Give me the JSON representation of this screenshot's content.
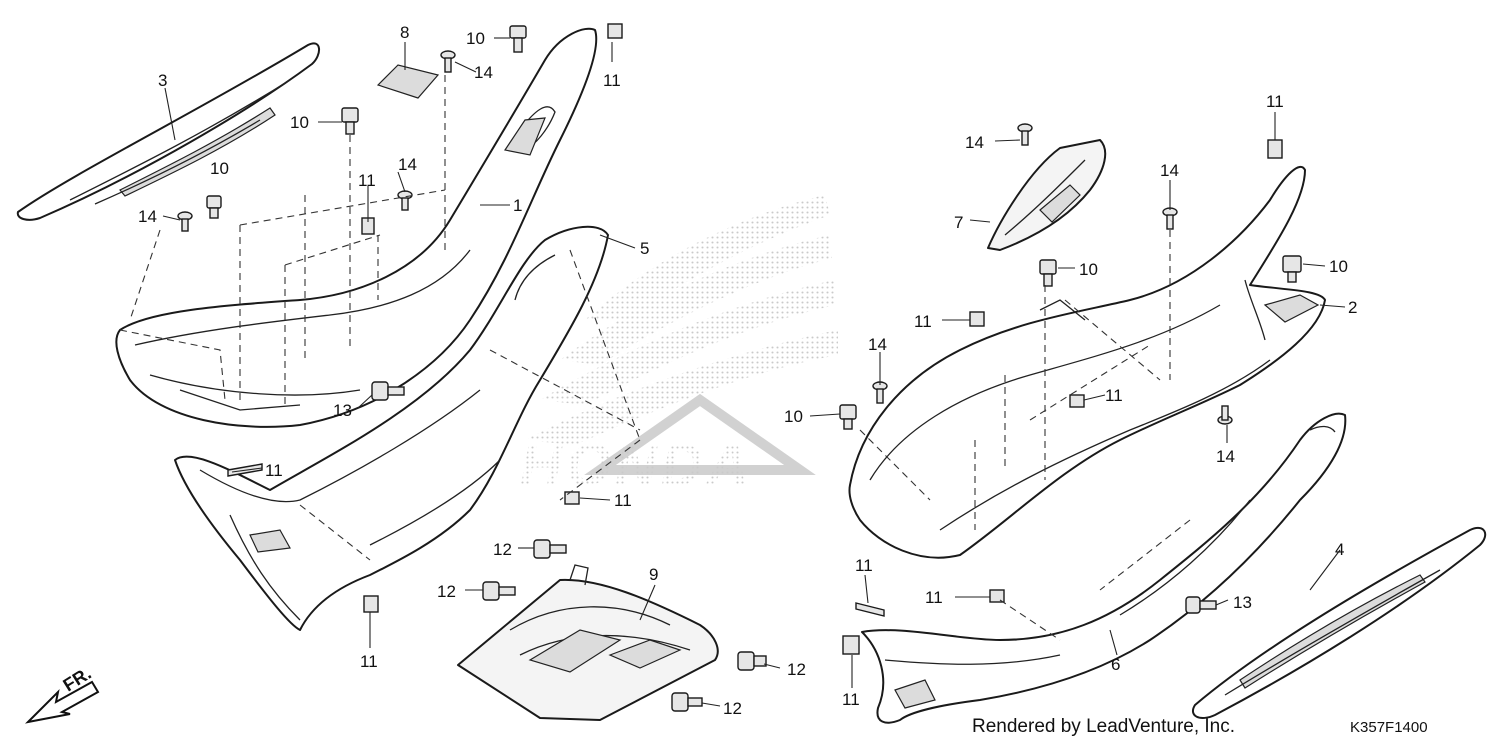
{
  "footer": {
    "rendered_by": "Rendered by LeadVenture, Inc.",
    "diagram_code": "K357F1400"
  },
  "front_indicator": {
    "label": "FR.",
    "icon": "front-arrow-icon"
  },
  "watermark": {
    "icon": "honda-wing-logo-icon",
    "text": "HONDA"
  },
  "callouts": [
    {
      "id": "c-3",
      "text": "3"
    },
    {
      "id": "c-8",
      "text": "8"
    },
    {
      "id": "c-10a",
      "text": "10"
    },
    {
      "id": "c-14a",
      "text": "14"
    },
    {
      "id": "c-11a",
      "text": "11"
    },
    {
      "id": "c-10b",
      "text": "10"
    },
    {
      "id": "c-10c",
      "text": "10"
    },
    {
      "id": "c-14b",
      "text": "14"
    },
    {
      "id": "c-11b",
      "text": "11"
    },
    {
      "id": "c-14c",
      "text": "14"
    },
    {
      "id": "c-1",
      "text": "1"
    },
    {
      "id": "c-5",
      "text": "5"
    },
    {
      "id": "c-13a",
      "text": "13"
    },
    {
      "id": "c-11c",
      "text": "11"
    },
    {
      "id": "c-11d",
      "text": "11"
    },
    {
      "id": "c-12a",
      "text": "12"
    },
    {
      "id": "c-9",
      "text": "9"
    },
    {
      "id": "c-12b",
      "text": "12"
    },
    {
      "id": "c-11e",
      "text": "11"
    },
    {
      "id": "c-12c",
      "text": "12"
    },
    {
      "id": "c-12d",
      "text": "12"
    },
    {
      "id": "c-11f",
      "text": "11"
    },
    {
      "id": "c-14d",
      "text": "14"
    },
    {
      "id": "c-14e",
      "text": "14"
    },
    {
      "id": "c-7",
      "text": "7"
    },
    {
      "id": "c-10d",
      "text": "10"
    },
    {
      "id": "c-10e",
      "text": "10"
    },
    {
      "id": "c-2",
      "text": "2"
    },
    {
      "id": "c-11g",
      "text": "11"
    },
    {
      "id": "c-14f",
      "text": "14"
    },
    {
      "id": "c-10f",
      "text": "10"
    },
    {
      "id": "c-11h",
      "text": "11"
    },
    {
      "id": "c-14g",
      "text": "14"
    },
    {
      "id": "c-4",
      "text": "4"
    },
    {
      "id": "c-11i",
      "text": "11"
    },
    {
      "id": "c-11j",
      "text": "11"
    },
    {
      "id": "c-13b",
      "text": "13"
    },
    {
      "id": "c-6",
      "text": "6"
    },
    {
      "id": "c-11k",
      "text": "11"
    }
  ]
}
